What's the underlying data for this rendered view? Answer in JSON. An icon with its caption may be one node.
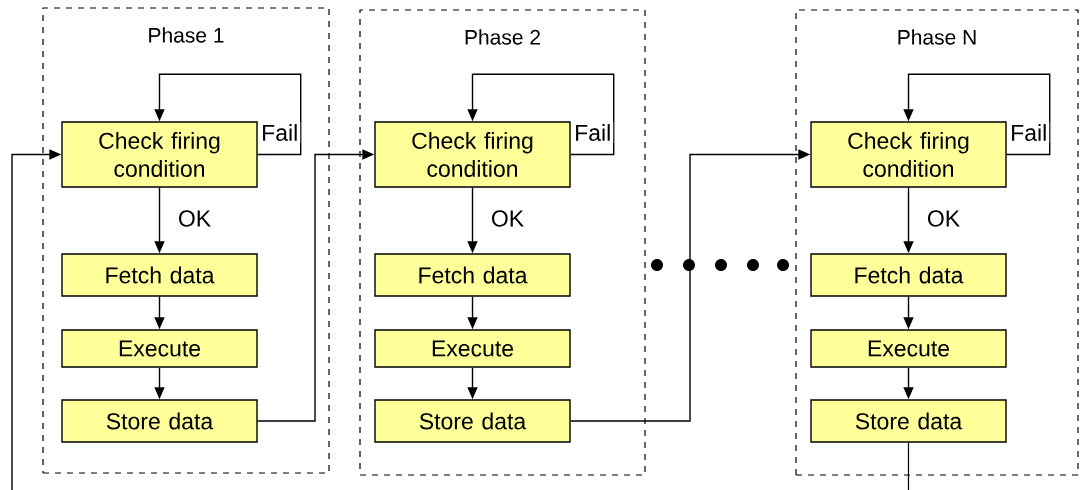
{
  "diagram": {
    "nodes": [
      {
        "text": [
          "Phase 1"
        ]
      },
      {
        "text": [
          "Check firing condition"
        ],
        "in": 0
      },
      {
        "text": [
          "Fetch data"
        ],
        "in": 0
      },
      {
        "text": [
          "Execute"
        ],
        "in": 0
      },
      {
        "text": [
          "Store data"
        ],
        "in": 0
      },
      {
        "text": [
          "Phase 2"
        ]
      },
      {
        "text": [
          "Check firing condition"
        ],
        "in": 5
      },
      {
        "text": [
          "Fetch data"
        ],
        "in": 5
      },
      {
        "text": [
          "Execute"
        ],
        "in": 5
      },
      {
        "text": [
          "Store data"
        ],
        "in": 5
      },
      {
        "text": [
          "Phase N"
        ]
      },
      {
        "text": [
          "Check firing condition"
        ],
        "in": 10
      },
      {
        "text": [
          "Fetch data"
        ],
        "in": 10
      },
      {
        "text": [
          "Execute"
        ],
        "in": 10
      },
      {
        "text": [
          "Store data"
        ],
        "in": 10
      }
    ],
    "edges": [
      {
        "from": 1,
        "to": 1,
        "arrow": "to",
        "label": "Fail"
      },
      {
        "from": 1,
        "to": 2,
        "arrow": "to",
        "label": "OK"
      },
      {
        "from": 2,
        "to": 3,
        "arrow": "to"
      },
      {
        "from": 3,
        "to": 4,
        "arrow": "to"
      },
      {
        "from": 4,
        "to": 6,
        "arrow": "to"
      },
      {
        "from": 6,
        "to": 6,
        "arrow": "to",
        "label": "Fail"
      },
      {
        "from": 6,
        "to": 7,
        "arrow": "to",
        "label": "OK"
      },
      {
        "from": 7,
        "to": 8,
        "arrow": "to"
      },
      {
        "from": 8,
        "to": 9,
        "arrow": "to"
      },
      {
        "from": 9,
        "to": 11,
        "arrow": "to"
      },
      {
        "from": 11,
        "to": 11,
        "arrow": "to",
        "label": "Fail"
      },
      {
        "from": 11,
        "to": 12,
        "arrow": "to",
        "label": "OK"
      },
      {
        "from": 12,
        "to": 13,
        "arrow": "to"
      },
      {
        "from": 13,
        "to": 14,
        "arrow": "to"
      },
      {
        "from": null,
        "to": 1,
        "arrow": "to"
      },
      {
        "from": 14,
        "to": null,
        "arrow": "none"
      }
    ]
  }
}
